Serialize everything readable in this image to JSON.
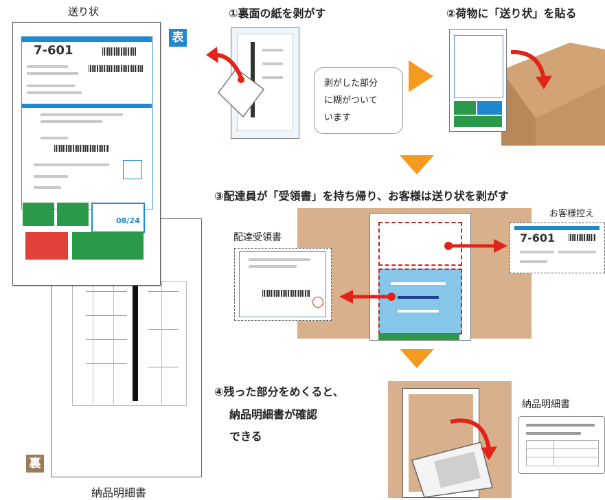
{
  "left": {
    "top_label": "送り状",
    "front_badge": "表",
    "back_badge": "裏",
    "bottom_label": "納品明細書",
    "slip_number": "7-601",
    "date_stamp": "08/24"
  },
  "steps": {
    "s1": "①裏面の紙を剥がす",
    "s2": "②荷物に「送り状」を貼る",
    "s3": "③配達員が「受領書」を持ち帰り、お客様は送り状を剥がす",
    "s4_lines": [
      "④残った部分をめくると、",
      "納品明細書が確認",
      "できる"
    ]
  },
  "bubble_lines": [
    "剥がした部分",
    "に糊がついて",
    "います"
  ],
  "labels": {
    "receipt": "配達受領書",
    "customer_copy": "お客様控え",
    "delivery_detail": "納品明細書"
  },
  "colors": {
    "accent_blue": "#1f88cf",
    "arrow_red": "#e2231a",
    "arrow_orange": "#f39a1f",
    "tan": "#d8b08b",
    "badge_bg": "#9a7d57"
  }
}
